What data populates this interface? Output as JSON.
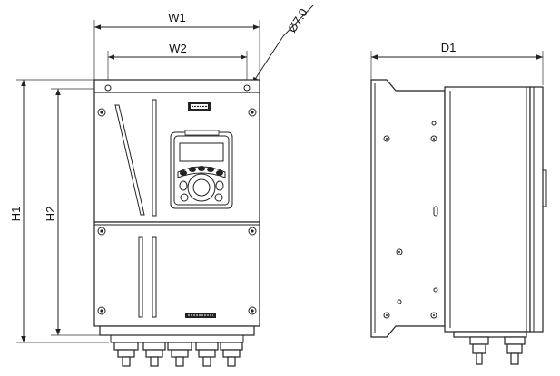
{
  "diagram": {
    "dimensions": {
      "w1": "W1",
      "w2": "W2",
      "hole": "Ø7.0",
      "h1": "H1",
      "h2": "H2",
      "d1": "D1"
    }
  }
}
